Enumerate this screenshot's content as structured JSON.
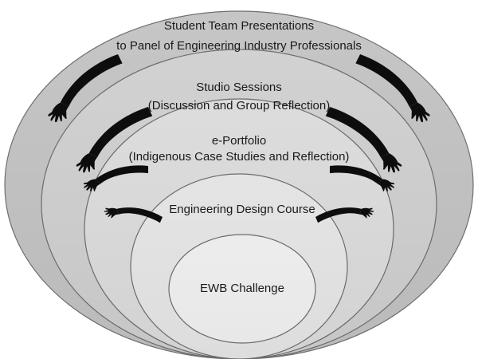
{
  "diagram": {
    "layers": [
      {
        "id": "outer",
        "lines": [
          "Student Team Presentations",
          "to Panel of Engineering Industry Professionals"
        ],
        "fill": "#c6c6c6"
      },
      {
        "id": "studio",
        "lines": [
          "Studio Sessions",
          "(Discussion and Group Reflection)"
        ],
        "fill": "#d3d3d3"
      },
      {
        "id": "eportfolio",
        "lines": [
          "e-Portfolio",
          "(Indigenous Case Studies and Reflection)"
        ],
        "fill": "#e0e0e0"
      },
      {
        "id": "design",
        "lines": [
          "Engineering Design Course"
        ],
        "fill": "#ebebeb"
      },
      {
        "id": "core",
        "lines": [
          "EWB Challenge"
        ],
        "fill": "#f6f6f6"
      }
    ],
    "arm_color": "#0d0d0d",
    "outline_color": "#6f6f6f"
  }
}
